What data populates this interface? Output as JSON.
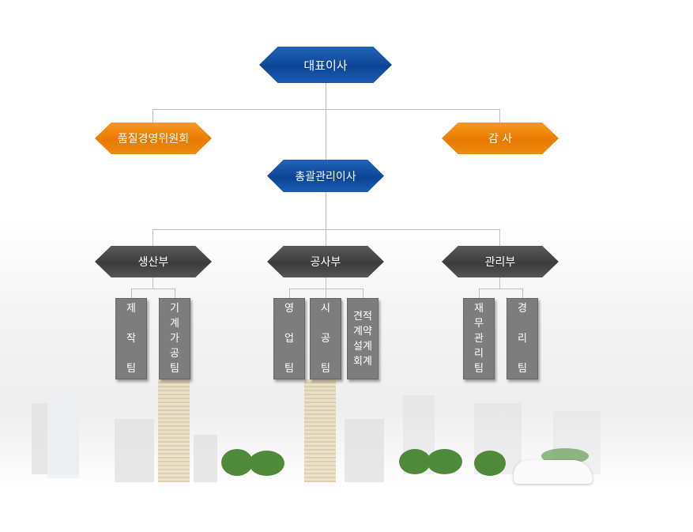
{
  "ceo": "대표이사",
  "quality_committee": "품질경영위원회",
  "auditor": "감 사",
  "general_director": "총괄관리이사",
  "departments": [
    {
      "name": "생산부",
      "teams": [
        "제\n\n작\n\n팀",
        "기\n계\n가\n공\n팀"
      ]
    },
    {
      "name": "공사부",
      "teams": [
        "영\n\n업\n\n팀",
        "시\n\n공\n\n팀",
        "견적\n계약\n설계\n회계"
      ]
    },
    {
      "name": "관리부",
      "teams": [
        "재\n무\n관\n리\n팀",
        "경\n\n리\n\n팀"
      ]
    }
  ],
  "colors": {
    "executive": "#0d4595",
    "committee": "#e97a00",
    "department": "#3c3c3c",
    "team": "#7d7d7d"
  }
}
